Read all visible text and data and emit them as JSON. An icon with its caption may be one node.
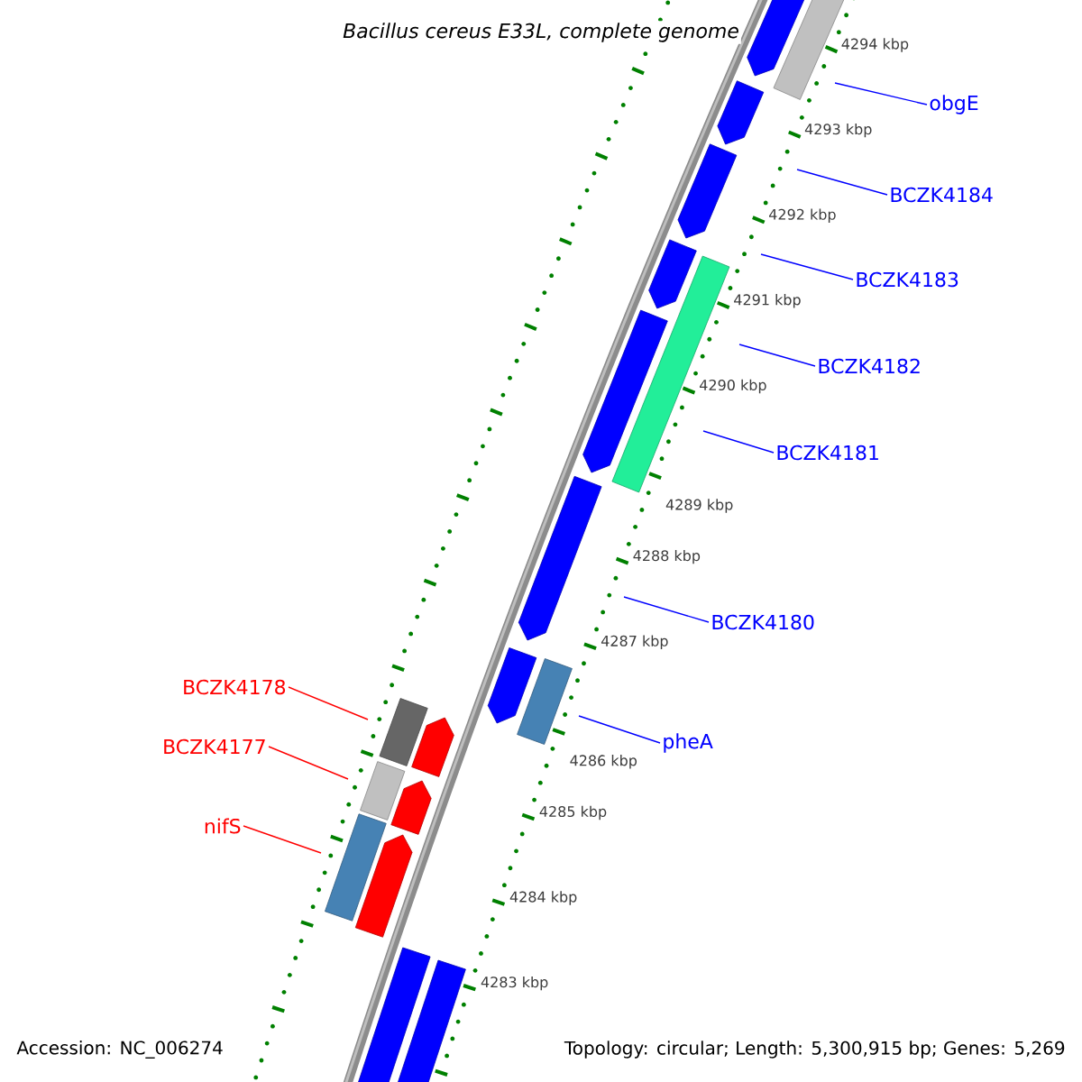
{
  "diagram": {
    "title": "Bacillus cereus E33L, complete genome",
    "nodes": [
      {
        "text": [
          "obgE"
        ]
      },
      {
        "text": [
          "BCZK4184"
        ]
      },
      {
        "text": [
          "BCZK4183"
        ]
      },
      {
        "text": [
          "BCZK4182"
        ]
      },
      {
        "text": [
          "BCZK4181"
        ]
      },
      {
        "text": [
          "BCZK4180"
        ]
      },
      {
        "text": [
          "BCZK4178"
        ]
      },
      {
        "text": [
          "pheA"
        ]
      },
      {
        "text": [
          "BCZK4177"
        ]
      },
      {
        "text": [
          "nifS"
        ]
      }
    ],
    "edges": [
      {
        "from": 0,
        "to": null,
        "arrow": "none"
      },
      {
        "from": 1,
        "to": null,
        "arrow": "none"
      },
      {
        "from": 2,
        "to": null,
        "arrow": "none"
      },
      {
        "from": 3,
        "to": null,
        "arrow": "none"
      },
      {
        "from": 4,
        "to": null,
        "arrow": "none"
      },
      {
        "from": 5,
        "to": null,
        "arrow": "none"
      },
      {
        "from": 6,
        "to": null,
        "arrow": "none",
        "color": "#ff0000"
      },
      {
        "from": 7,
        "to": null,
        "arrow": "none"
      },
      {
        "from": 8,
        "to": null,
        "arrow": "none",
        "color": "#ff0000"
      },
      {
        "from": 9,
        "to": null,
        "arrow": "none",
        "color": "#ff0000"
      }
    ],
    "labels": [
      "4294 kbp",
      "4293 kbp",
      "4292 kbp",
      "4291 kbp",
      "4290 kbp",
      "4289 kbp",
      "4288 kbp",
      "4287 kbp",
      "4286 kbp",
      "4285 kbp",
      "4284 kbp",
      "4283 kbp",
      "Accession: NC_006274",
      "Topology: circular; Length: 5,300,915 bp; Genes: 5,269"
    ]
  }
}
